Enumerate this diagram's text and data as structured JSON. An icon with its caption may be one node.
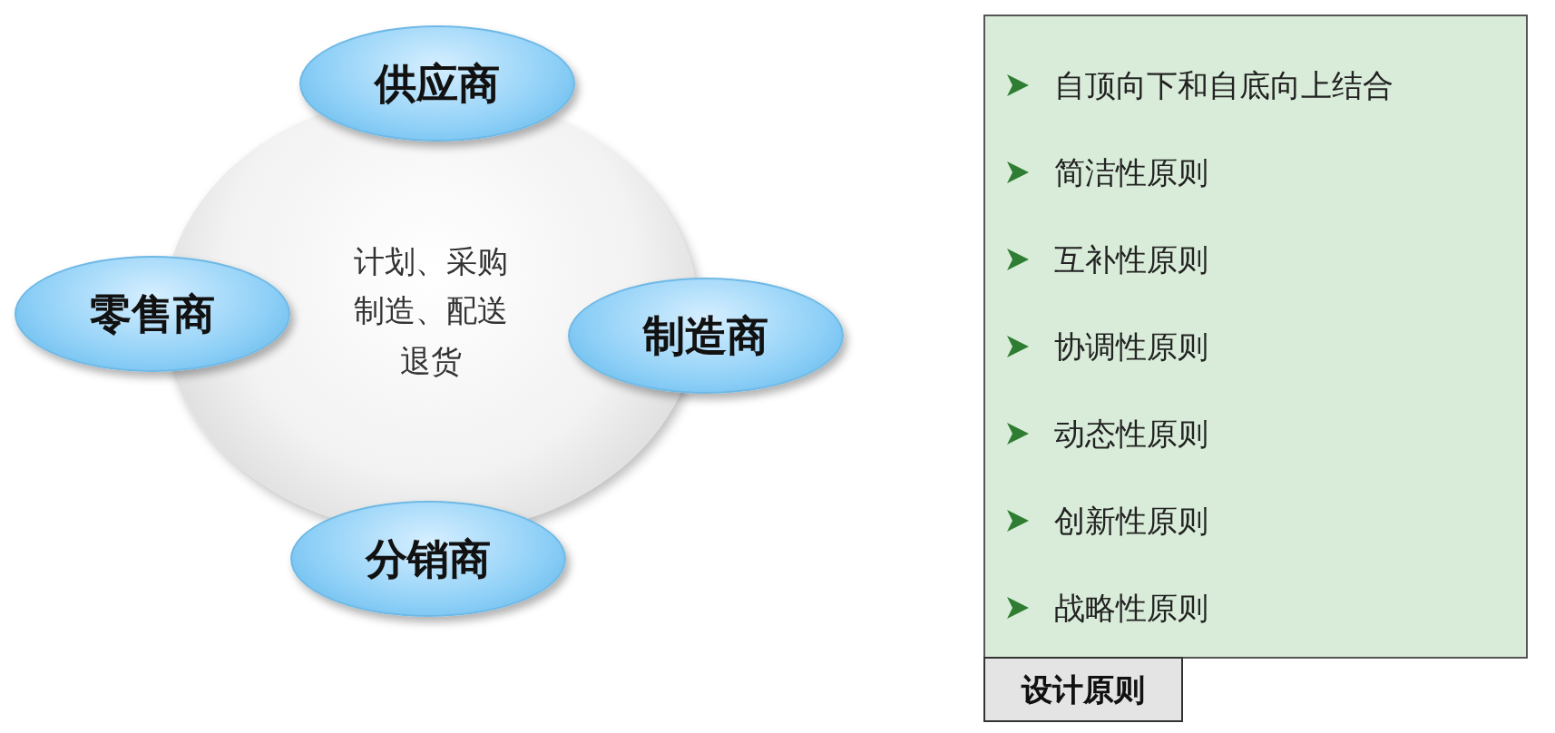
{
  "diagram": {
    "nodes": [
      {
        "text": [
          "计划、采购制造、配送退货"
        ]
      },
      {
        "text": [
          "供应商"
        ]
      },
      {
        "text": [
          "零售商"
        ]
      },
      {
        "text": [
          "制造商"
        ]
      },
      {
        "text": [
          "分销商"
        ]
      },
      {
        "text": [
          "自顶向下和自底向上结合",
          "简洁性原则",
          "互补性原则",
          "协调性原则",
          "动态性原则",
          "创新性原则",
          "战略性原则"
        ]
      },
      {
        "text": [
          "设计原则"
        ]
      }
    ]
  }
}
